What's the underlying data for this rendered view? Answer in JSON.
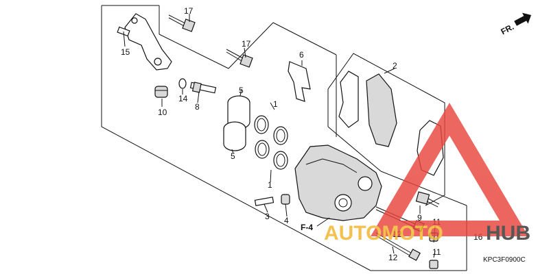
{
  "diagram": {
    "direction_label": "FR.",
    "section_ref": "F-4",
    "diagram_code": "KPC3F0900C",
    "part_labels": [
      "1",
      "1",
      "2",
      "3",
      "4",
      "5",
      "5",
      "6",
      "8",
      "9",
      "10",
      "11",
      "11",
      "12",
      "12",
      "14",
      "15",
      "16",
      "17",
      "17"
    ]
  },
  "watermark": {
    "text_part1": "AUTOMOTO",
    "text_part2": "HUB",
    "colors": {
      "primary": "#e8453c",
      "secondary": "#f0b429",
      "dark": "#333333"
    }
  }
}
